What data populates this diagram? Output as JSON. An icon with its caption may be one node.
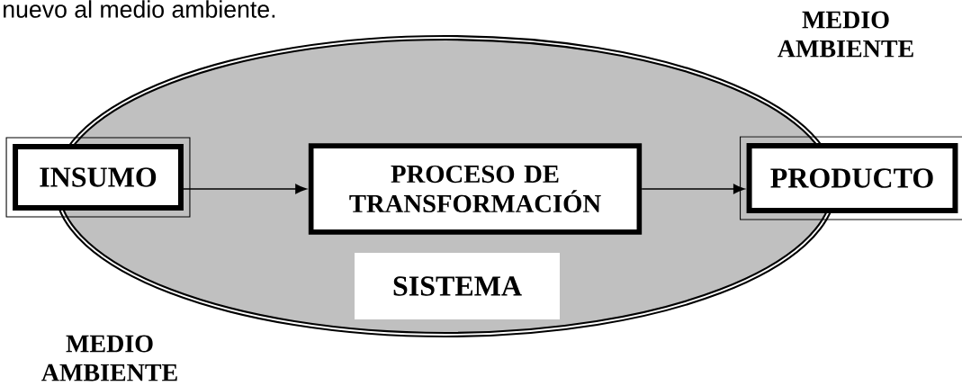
{
  "diagram": {
    "nodes": [
      {
        "text": [
          "SISTEMA"
        ]
      },
      {
        "text": [
          "INSUMO"
        ]
      },
      {
        "text": [
          "PROCESO DE TRANSFORMACIÓN"
        ],
        "in": 0
      },
      {
        "text": [
          "PRODUCTO"
        ]
      }
    ],
    "edges": [
      {
        "from": 1,
        "to": 2,
        "arrow": "to"
      },
      {
        "from": 2,
        "to": 3,
        "arrow": "to"
      }
    ],
    "labels": [
      "nuevo al medio ambiente.",
      "MEDIO AMBIENTE",
      "MEDIO AMBIENTE"
    ]
  }
}
